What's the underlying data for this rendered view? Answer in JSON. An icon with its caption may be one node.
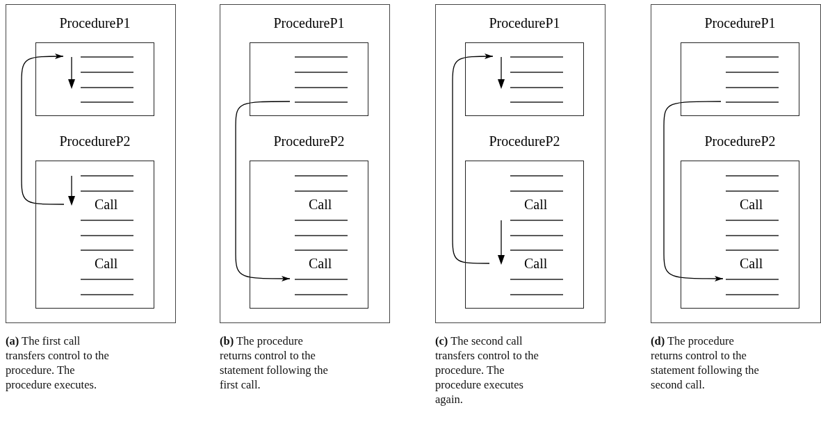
{
  "diagram": {
    "nodes": [
      {
        "text": [],
        "shape": "box",
        "beside": [
          "**(a)** The first call transfers control to the procedure. The procedure executes."
        ]
      },
      {
        "text": [
          "ProcedureP1"
        ],
        "in": 0
      },
      {
        "text": [
          "ProcedureP2",
          "Call",
          "Call"
        ],
        "in": 0
      },
      {
        "text": [],
        "shape": "box",
        "beside": [
          "**(b)** The procedure returns control to the statement following the first call."
        ]
      },
      {
        "text": [
          "ProcedureP1"
        ],
        "in": 3
      },
      {
        "text": [
          "ProcedureP2",
          "Call",
          "Call"
        ],
        "in": 3
      },
      {
        "text": [],
        "shape": "box",
        "beside": [
          "**(c)** The second call transfers control to the procedure. The procedure executes again."
        ]
      },
      {
        "text": [
          "ProcedureP1"
        ],
        "in": 6
      },
      {
        "text": [
          "ProcedureP2",
          "Call",
          "Call"
        ],
        "in": 6
      },
      {
        "text": [],
        "shape": "box",
        "beside": [
          "**(d)** The procedure returns control to the statement following the second call."
        ]
      },
      {
        "text": [
          "ProcedureP1"
        ],
        "in": 9
      },
      {
        "text": [
          "ProcedureP2",
          "Call",
          "Call"
        ],
        "in": 9
      }
    ],
    "edges": [
      {
        "from": 2,
        "to": 1,
        "arrow": "to"
      },
      {
        "from": 4,
        "to": 5,
        "arrow": "to"
      },
      {
        "from": 8,
        "to": 7,
        "arrow": "to"
      },
      {
        "from": 10,
        "to": 11,
        "arrow": "to"
      }
    ]
  }
}
